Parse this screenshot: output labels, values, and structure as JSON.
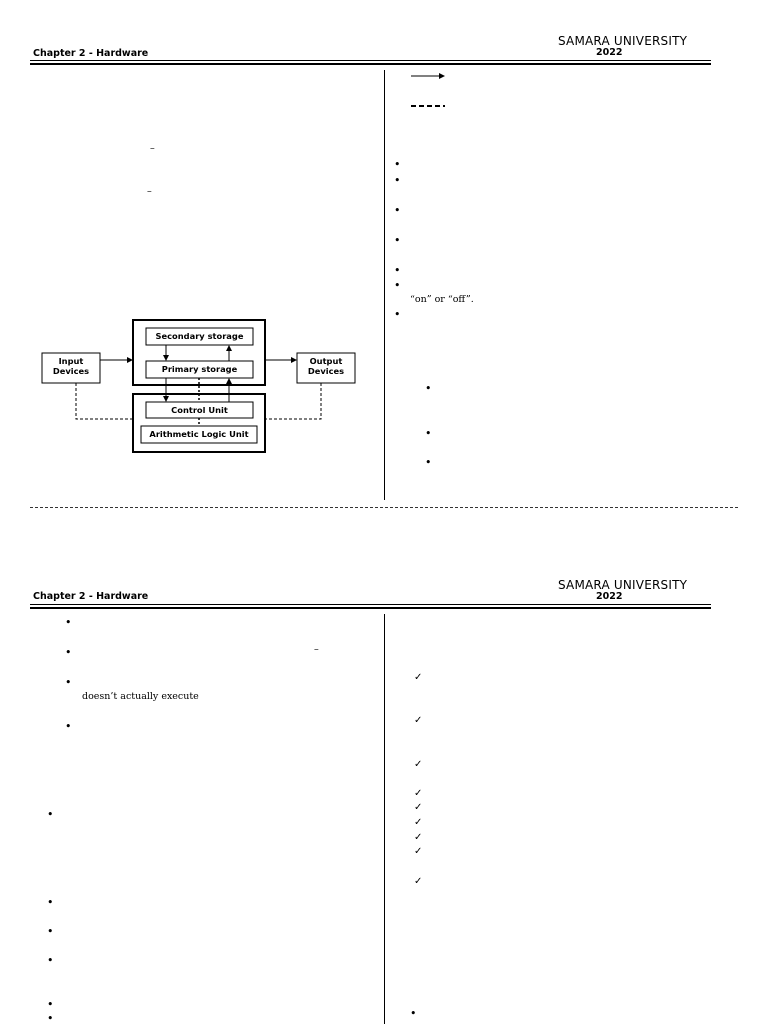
{
  "header": {
    "chapter": "Chapter 2 - Hardware",
    "university": "SAMARA UNIVERSITY",
    "year": "2022"
  },
  "diagram": {
    "input": [
      "Input",
      "Devices"
    ],
    "output": [
      "Output",
      "Devices"
    ],
    "secondary": "Secondary storage",
    "primary": "Primary storage",
    "control": "Control Unit",
    "alu": "Arithmetic Logic Unit"
  },
  "page1": {
    "on_off_text": "“on” or “off”."
  },
  "page2": {
    "execute_text": "doesn’t  actually  execute"
  },
  "symbols": {
    "bullet": "•",
    "check": "✓",
    "dash": "–"
  }
}
